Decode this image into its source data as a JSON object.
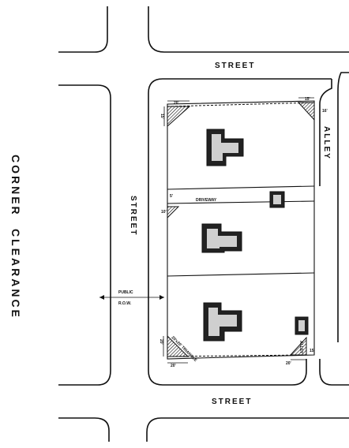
{
  "labels": {
    "side_title_line1": "CORNER",
    "side_title_line2": "CLEARANCE",
    "street_top": "STREET",
    "street_bottom": "STREET",
    "street_vertical": "STREET",
    "alley": "ALLEY",
    "driveway": "DRIVEWAY",
    "public_line1": "PUBLIC",
    "public_line2": "R.O.W."
  },
  "dimensions": {
    "top_left_width": "20'",
    "top_left_depth": "15'",
    "top_right": "15'",
    "alley_width": "16'",
    "driveway_offset": "5'",
    "driveway_dim": "10'",
    "bottom_left_width": "20'",
    "bottom_left_depth": "20'",
    "bottom_right": "15'",
    "bottom_right_width": "20'",
    "corner_note": "20'x20' TRIANGLE",
    "alley_note": "ALLEY"
  }
}
